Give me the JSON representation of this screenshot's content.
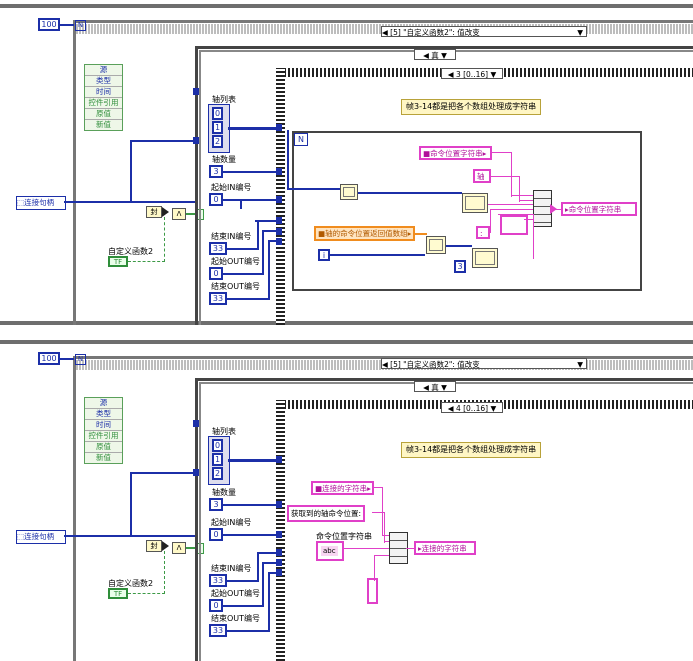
{
  "panels": [
    {
      "counter": "100",
      "case_selector": "[5] \"自定义函数2\": 值改变",
      "bool_case": "真",
      "frame_selector": "3 [0..16]",
      "event_source_items": [
        "源",
        "类型",
        "时间",
        "控件引用",
        "原值",
        "新值"
      ],
      "handle_label": "连接句柄",
      "custom_func_label": "自定义函数2",
      "tf_label": "TF",
      "axis_list_label": "轴列表",
      "axis_values": [
        "0",
        "1",
        "2"
      ],
      "axis_count_label": "轴数量",
      "axis_count_value": "3",
      "start_in_label": "起始IN编号",
      "start_in_value": "0",
      "end_in_label": "结束IN编号",
      "end_in_value": "33",
      "start_out_label": "起始OUT编号",
      "start_out_value": "0",
      "end_out_label": "结束OUT编号",
      "end_out_value": "33",
      "comment": "帧3-14都是把各个数组处理成字符串",
      "loop_n": "N",
      "loop_i": "i",
      "pink_in_label": "命令位置字符串",
      "orange_label": "轴的命令位置返回值数组",
      "axis_char": "轴",
      "colon_char": ":",
      "pink_out_label": "命令位置字符串",
      "num3": "3"
    },
    {
      "counter": "100",
      "case_selector": "[5] \"自定义函数2\": 值改变",
      "bool_case": "真",
      "frame_selector": "4 [0..16]",
      "event_source_items": [
        "源",
        "类型",
        "时间",
        "控件引用",
        "原值",
        "新值"
      ],
      "handle_label": "连接句柄",
      "custom_func_label": "自定义函数2",
      "tf_label": "TF",
      "axis_list_label": "轴列表",
      "axis_values": [
        "0",
        "1",
        "2"
      ],
      "axis_count_label": "轴数量",
      "axis_count_value": "3",
      "start_in_label": "起始IN编号",
      "start_in_value": "0",
      "end_in_label": "结束IN编号",
      "end_in_value": "33",
      "start_out_label": "起始OUT编号",
      "start_out_value": "0",
      "end_out_label": "结束OUT编号",
      "end_out_value": "33",
      "comment": "帧3-14都是把各个数组处理成字符串",
      "pink_in_label": "连接的字符串",
      "get_pos_label": "获取到的轴命令位置:",
      "cmd_str_label": "命令位置字符串",
      "abc_label": "abc",
      "pink_out_label": "连接的字符串"
    }
  ]
}
